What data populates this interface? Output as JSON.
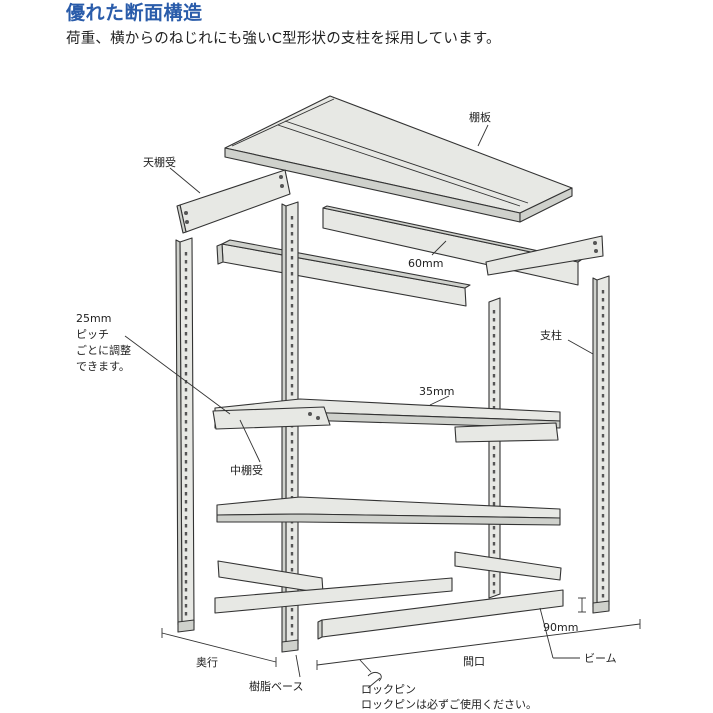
{
  "header": {
    "title": "優れた断面構造",
    "subtitle": "荷重、横からのねじれにも強いC型形状の支柱を採用しています。"
  },
  "labels": {
    "shelf_board": "棚板",
    "top_support": "天棚受",
    "dim_60": "60mm",
    "pitch_1": "25mm",
    "pitch_2": "ピッチ",
    "pitch_3": "ごとに調整",
    "pitch_4": "できます。",
    "post": "支柱",
    "dim_35": "35mm",
    "mid_support": "中棚受",
    "dim_90": "90mm",
    "depth": "奥行",
    "frontage": "間口",
    "beam": "ビーム",
    "resin_base": "樹脂ベース",
    "lock_pin": "ロックピン",
    "lock_pin_note": "ロックピンは必ずご使用ください。"
  }
}
